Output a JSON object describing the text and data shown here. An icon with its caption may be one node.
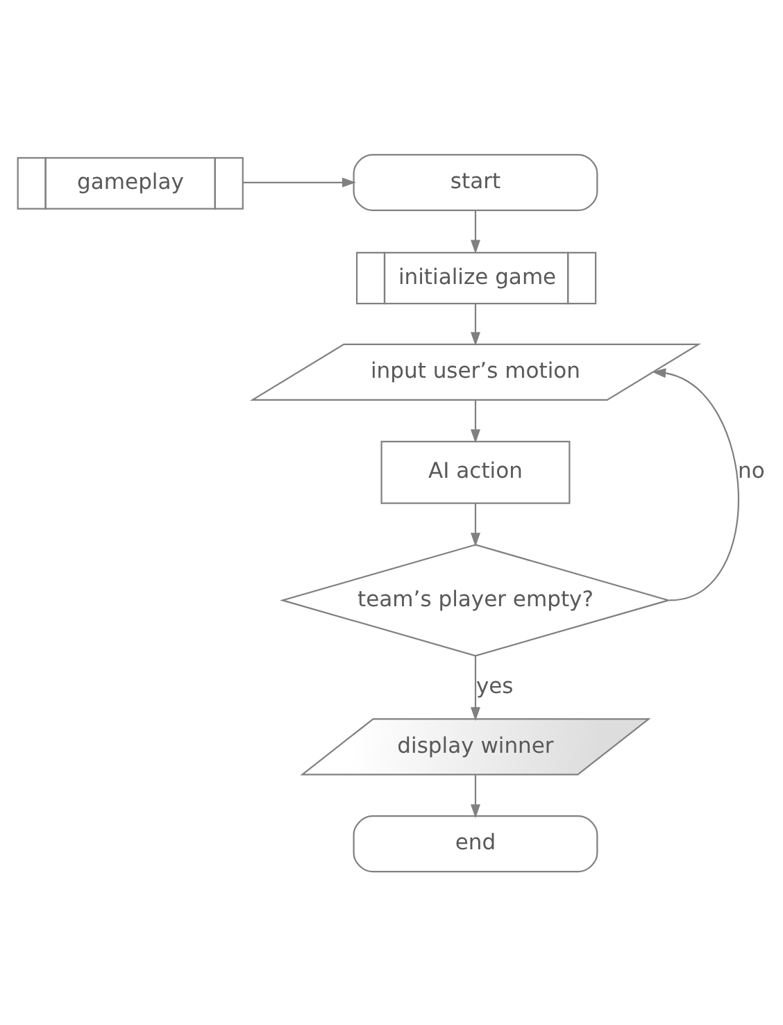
{
  "diagram": {
    "nodes": [
      {
        "text": [
          "gameplay"
        ]
      },
      {
        "text": [
          "start"
        ]
      },
      {
        "text": [
          "initialize game"
        ]
      },
      {
        "text": [
          "input user’s motion"
        ]
      },
      {
        "text": [
          "AI action"
        ]
      },
      {
        "text": [
          "team’s player empty?"
        ]
      },
      {
        "text": [
          "display winner"
        ]
      },
      {
        "text": [
          "end"
        ]
      }
    ],
    "edges": [
      {
        "from": 0,
        "to": 1,
        "arrow": "to"
      },
      {
        "from": 1,
        "to": 2,
        "arrow": "to"
      },
      {
        "from": 2,
        "to": 3,
        "arrow": "to"
      },
      {
        "from": 3,
        "to": 4,
        "arrow": "to"
      },
      {
        "from": 4,
        "to": 5,
        "arrow": "to"
      },
      {
        "from": 5,
        "to": 6,
        "label": "yes",
        "arrow": "to"
      },
      {
        "from": 5,
        "to": 3,
        "label": "no",
        "arrow": "to"
      },
      {
        "from": 6,
        "to": 7,
        "arrow": "to"
      }
    ]
  }
}
